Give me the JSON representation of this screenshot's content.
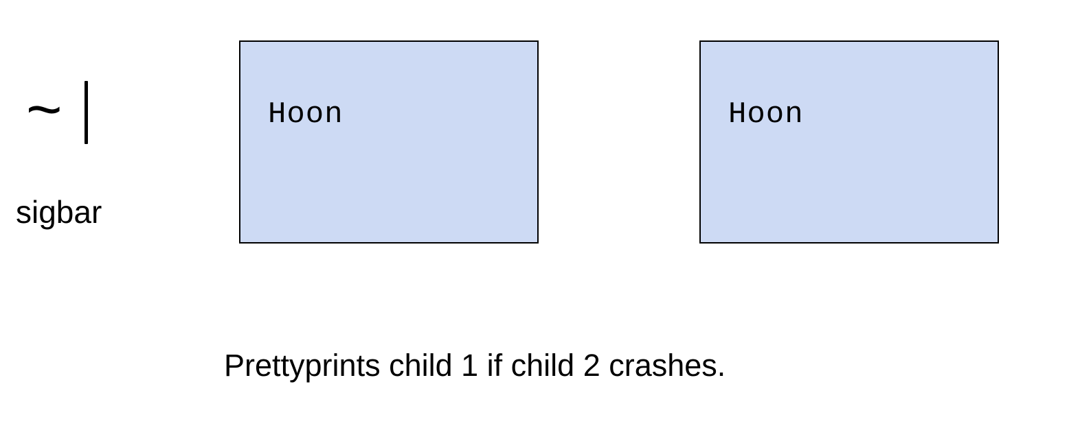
{
  "rune": {
    "tilde": "~",
    "bar": "|",
    "name": "sigbar"
  },
  "children": [
    {
      "label": "Hoon"
    },
    {
      "label": "Hoon"
    }
  ],
  "caption": "Prettyprints child 1 if child 2 crashes.",
  "colors": {
    "box_fill": "#cddaf4",
    "box_border": "#000000",
    "text": "#000000"
  }
}
